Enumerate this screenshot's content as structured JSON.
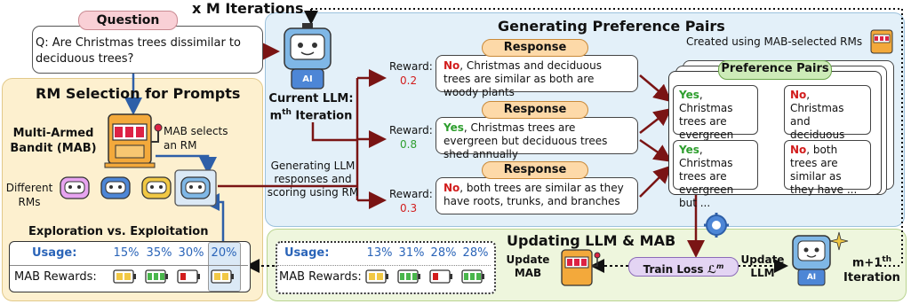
{
  "question": {
    "tab": "Question",
    "text": "Q: Are Christmas trees dissimilar to deciduous trees?"
  },
  "iterations": "x M Iterations",
  "rm_selection": {
    "title": "RM Selection for Prompts",
    "mab_label": "Multi-Armed Bandit (MAB)",
    "mab_selects": "MAB selects an RM",
    "different_rms": "Different RMs",
    "exploration_title": "Exploration vs. Exploitation",
    "usage_label": "Usage:",
    "usage_values": [
      "15%",
      "35%",
      "30%",
      "20%"
    ],
    "rewards_label": "MAB Rewards:"
  },
  "current_llm": {
    "line1": "Current LLM:",
    "line2_base": "m",
    "line2_sup": "th",
    "line2_rest": " Iteration",
    "ai": "AI"
  },
  "gen_caption": "Generating LLM responses and scoring using RM",
  "preference": {
    "title": "Generating Preference Pairs",
    "created_note": "Created using MAB-selected RMs",
    "pairs_tab": "Preference Pairs",
    "responses": [
      {
        "tab": "Response",
        "reward_label": "Reward:",
        "reward": "0.2",
        "verdict": "No",
        "text": ", Christmas and deciduous trees are similar as both are woody plants"
      },
      {
        "tab": "Response",
        "reward_label": "Reward:",
        "reward": "0.8",
        "verdict": "Yes",
        "text": ", Christmas trees are evergreen but deciduous trees shed annually"
      },
      {
        "tab": "Response",
        "reward_label": "Reward:",
        "reward": "0.3",
        "verdict": "No",
        "text": ", both trees are similar as they have roots, trunks, and branches"
      }
    ],
    "cards": [
      {
        "verdict": "Yes",
        "text": ", Christmas trees are evergreen but ..."
      },
      {
        "verdict": "No",
        "text": ", Christmas and deciduous trees are ..."
      },
      {
        "verdict": "Yes",
        "text": ", Christmas trees are evergreen but ..."
      },
      {
        "verdict": "No",
        "text": ", both trees are similar as they have ..."
      }
    ]
  },
  "updating": {
    "title": "Updating LLM & MAB",
    "usage_label": "Usage:",
    "usage_values": [
      "13%",
      "31%",
      "28%",
      "28%"
    ],
    "rewards_label": "MAB Rewards:",
    "update_mab": "Update MAB",
    "train_loss": "Train Loss",
    "loss_symbol": "ℒ",
    "loss_sup": "m",
    "update_llm": "Update LLM",
    "next_iter_base": "m+1",
    "next_iter_sup": "th",
    "next_iter_rest": "Iteration",
    "ai": "AI"
  },
  "colors": {
    "rm_panel": "#fdf0cf",
    "pref_panel": "#e3f0f9",
    "update_panel": "#eef6dd",
    "dark_red_arrow": "#7a1414",
    "blue_arrow": "#2e5fa8",
    "usage_blue": "#2a64b8",
    "reward_red": "#d21d1d",
    "reward_green": "#2e9e2e"
  },
  "rm_icons": [
    "pink-robot-icon",
    "blue-robot-icon",
    "yellow-robot-icon",
    "lightblue-robot-icon"
  ],
  "battery_icons": [
    "yellow-battery-icon",
    "green-battery-icon",
    "red-battery-icon",
    "yellow-battery-icon"
  ]
}
